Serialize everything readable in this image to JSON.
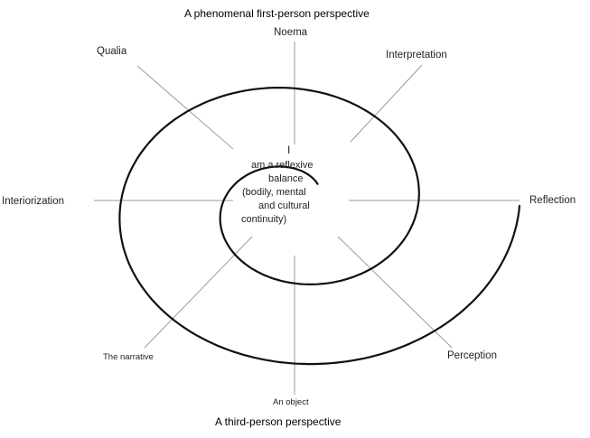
{
  "diagram": {
    "top_title": "A phenomenal first-person perspective",
    "bottom_title": "A third-person perspective",
    "axes": {
      "noema": "Noema",
      "interpretation": "Interpretation",
      "reflection": "Reflection",
      "perception": "Perception",
      "an_object": "An object",
      "the_narrative": "The narrative",
      "interiorization": "Interiorization",
      "qualia": "Qualia"
    },
    "center_text": {
      "line1": "I",
      "line2": "am a reflexive",
      "line3": "balance",
      "line4": "(bodily, mental",
      "line5": "and cultural",
      "line6": "continuity)"
    }
  }
}
